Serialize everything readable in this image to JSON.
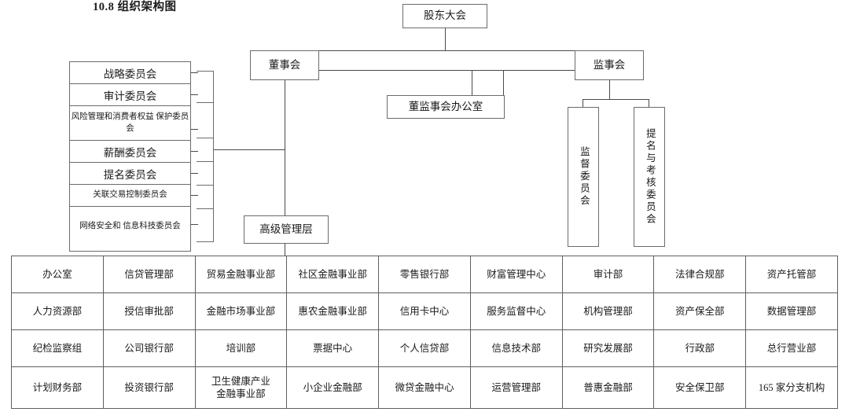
{
  "title": "10.8 组织架构图",
  "nodes": {
    "shareholders": "股东大会",
    "board": "董事会",
    "supervisors": "监事会",
    "board_office": "董监事会办公室",
    "senior_management": "高级管理层",
    "supervision_committee": "监督委员会",
    "nomination_assessment_committee": "提名与考核委员会"
  },
  "committees": [
    "战略委员会",
    "审计委员会",
    "风险管理和消费者权益\n保护委员会",
    "薪酬委员会",
    "提名委员会",
    "关联交易控制委员会",
    "网络安全和\n信息科技委员会"
  ],
  "departments": {
    "rows": [
      [
        "办公室",
        "信贷管理部",
        "贸易金融事业部",
        "社区金融事业部",
        "零售银行部",
        "财富管理中心",
        "审计部",
        "法律合规部",
        "资产托管部"
      ],
      [
        "人力资源部",
        "授信审批部",
        "金融市场事业部",
        "惠农金融事业部",
        "信用卡中心",
        "服务监督中心",
        "机构管理部",
        "资产保全部",
        "数据管理部"
      ],
      [
        "纪检监察组",
        "公司银行部",
        "培训部",
        "票据中心",
        "个人信贷部",
        "信息技术部",
        "研究发展部",
        "行政部",
        "总行营业部"
      ],
      [
        "计划财务部",
        "投资银行部",
        "卫生健康产业\n金融事业部",
        "小企业金融部",
        "微贷金融中心",
        "运营管理部",
        "普惠金融部",
        "安全保卫部",
        "165 家分支机构"
      ]
    ]
  },
  "colors": {
    "line": "#4a4a4a",
    "box_border": "#6b6b6b",
    "background": "#ffffff",
    "text": "#1a1a1a"
  }
}
